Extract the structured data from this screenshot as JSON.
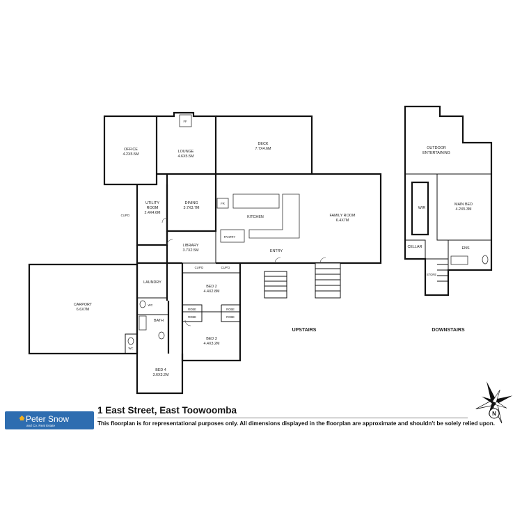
{
  "title": {
    "address": "1 East Street, East Toowoomba",
    "disclaimer": "This floorplan is for representational purposes only. All dimensions displayed in the floorplan are approximate and shouldn't be solely relied upon."
  },
  "logo": {
    "name": "Peter Snow",
    "sub": "and Co. Real Estate",
    "color": "#2e6db0",
    "mark_color": "#f2b01e"
  },
  "compass": {
    "letter": "N"
  },
  "sections": {
    "upstairs": "UPSTAIRS",
    "downstairs": "DOWNSTAIRS"
  },
  "rooms": {
    "office": {
      "name": "OFFICE",
      "dims": "4.2X5.5M"
    },
    "lounge": {
      "name": "LOUNGE",
      "dims": "4.6X5.5M"
    },
    "deck": {
      "name": "DECK",
      "dims": "7.7X4.6M"
    },
    "dining": {
      "name": "DINING",
      "dims": "3.7X3.7M"
    },
    "utility": {
      "name1": "UTILITY",
      "name2": "ROOM",
      "dims": "2.4X4.6M"
    },
    "kitchen": {
      "name": "KITCHEN"
    },
    "family": {
      "name": "FAMILY ROOM",
      "dims": "6.4X7M"
    },
    "library": {
      "name": "LIBRARY",
      "dims": "3.7X2.5M"
    },
    "entry": {
      "name": "ENTRY"
    },
    "laundry": {
      "name": "LAUNDRY"
    },
    "carport": {
      "name": "CARPORT",
      "dims": "6.6X7M"
    },
    "bed2": {
      "name": "BED 2",
      "dims": "4.4X2.8M"
    },
    "bed3": {
      "name": "BED 3",
      "dims": "4.4X3.2M"
    },
    "bed4": {
      "name": "BED 4",
      "dims": "3.6X3.2M"
    },
    "bath": {
      "name": "BATH"
    },
    "outdoor": {
      "name1": "OUTDOOR",
      "name2": "ENTERTAINING"
    },
    "mainbed": {
      "name": "MAIN BED",
      "dims": "4.2X5.3M"
    },
    "wir": {
      "name": "WIR"
    },
    "cellar": {
      "name": "CELLAR"
    },
    "ens": {
      "name": "ENS"
    },
    "store": {
      "name": "STORE"
    }
  },
  "fixtures": {
    "ff": "FF",
    "fr": "FR",
    "pantry": "PANTRY",
    "cupd": "CUP'D",
    "robe": "ROBE",
    "wc": "WC"
  }
}
